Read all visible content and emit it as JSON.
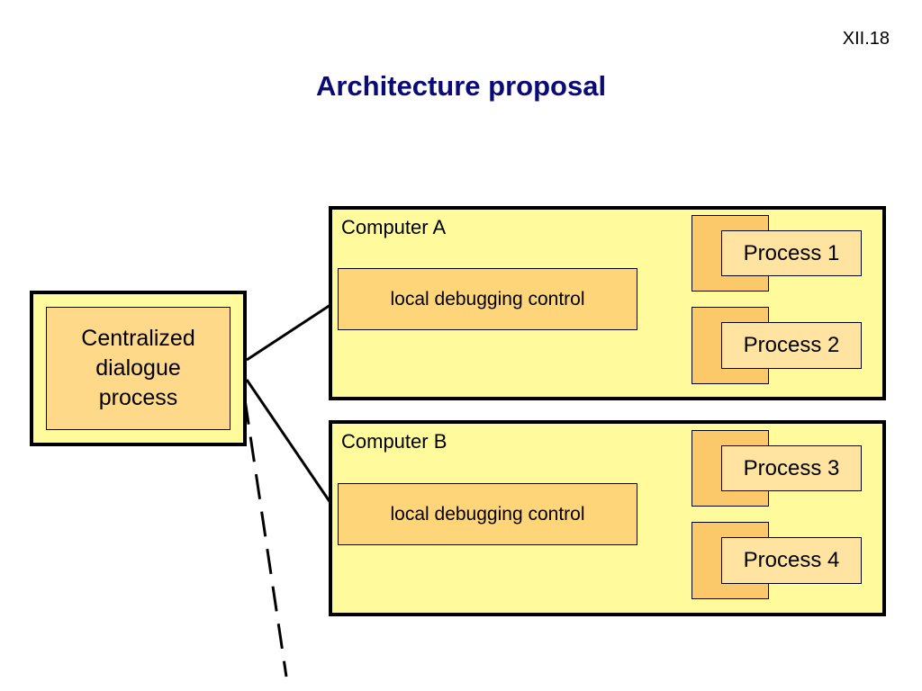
{
  "slide_number": "XII.18",
  "title": "Architecture proposal",
  "central": {
    "lines": [
      "Centralized",
      "dialogue",
      "process"
    ]
  },
  "computers": [
    {
      "label": "Computer A",
      "control_label": "local debugging control",
      "processes": [
        "Process 1",
        "Process 2"
      ]
    },
    {
      "label": "Computer B",
      "control_label": "local debugging control",
      "processes": [
        "Process 3",
        "Process 4"
      ]
    }
  ],
  "colors": {
    "title": "#0a0a78",
    "computer_fill": "#fffa9c",
    "control_fill": "#ffd57a",
    "process_fill": "#ffe3a0"
  }
}
